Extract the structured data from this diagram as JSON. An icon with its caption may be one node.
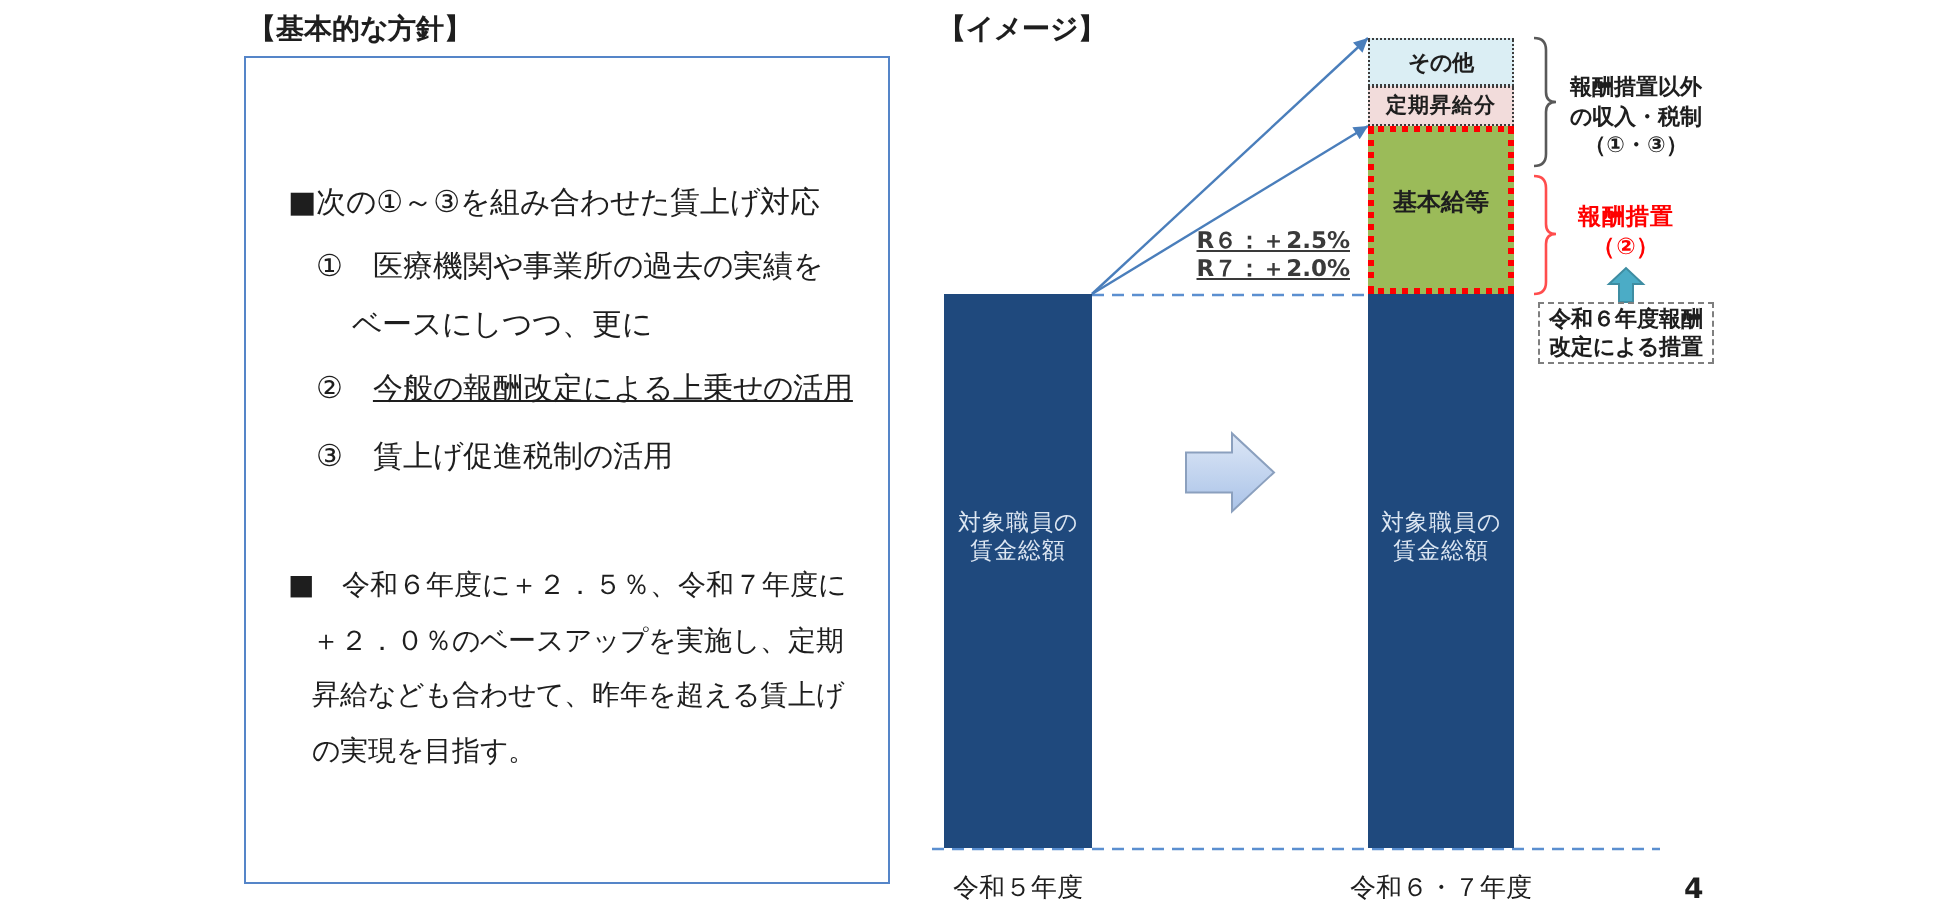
{
  "diagram": {
    "nodes": [
      {
        "text": [
          "【基本的な方針】",
          "■次の①～③を組み合わせた賃上げ対応",
          "①　医療機関や事業所の過去の実績をベースにしつつ、更に",
          "②　今般の報酬改定による上乗せの活用",
          "③　賃上げ促進税制の活用",
          "■　令和６年度に＋２．５％、令和７年度に＋２．０％のベースアップを実施し、定期昇給なども合わせて、昨年を超える賃上げの実現を目指す。"
        ]
      },
      {
        "text": [
          "対象職員の賃金総額"
        ],
        "beside": [
          "令和５年度"
        ]
      },
      {
        "text": [
          "その他"
        ]
      },
      {
        "text": [
          "定期昇給分"
        ]
      },
      {
        "text": [
          "基本給等"
        ]
      },
      {
        "text": [
          "対象職員の賃金総額"
        ],
        "beside": [
          "令和６・７年度"
        ]
      },
      {
        "text": [
          "報酬措置（②）"
        ]
      },
      {
        "text": [
          "令和６年度報酬改定による措置"
        ]
      }
    ],
    "edges": [
      {
        "from": 1,
        "to": 2,
        "arrow": "to"
      },
      {
        "from": 1,
        "to": 4,
        "arrow": "to"
      },
      {
        "from": 1,
        "to": 5,
        "arrow": "to",
        "style": "thick",
        "color": "#aac3e8"
      },
      {
        "from": 7,
        "to": 6,
        "arrow": "to",
        "style": "thick",
        "color": "#4bacc6"
      }
    ],
    "labels": [
      "【イメージ】",
      "報酬措置以外の収入・税制（①・③）",
      "R６：＋2.5%",
      "R７：＋2.0%",
      "4"
    ]
  }
}
